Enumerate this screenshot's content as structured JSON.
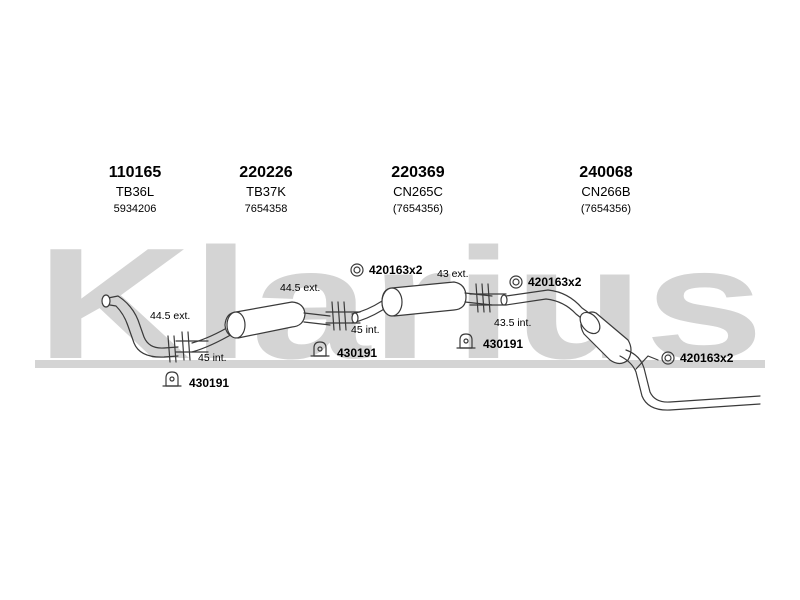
{
  "watermark": {
    "text": "Klarius",
    "color": "#d4d4d4"
  },
  "parts": [
    {
      "number": "110165",
      "code": "TB36L",
      "ref": "5934206"
    },
    {
      "number": "220226",
      "code": "TB37K",
      "ref": "7654358"
    },
    {
      "number": "220369",
      "code": "CN265C",
      "ref": "(7654356)"
    },
    {
      "number": "240068",
      "code": "CN266B",
      "ref": "(7654356)"
    }
  ],
  "dimensions": {
    "d1_ext": "44.5 ext.",
    "d1_int": "45 int.",
    "d2_ext": "44.5 ext.",
    "d2_int": "45 int.",
    "d3_ext": "43 ext.",
    "d3_int": "43.5 int."
  },
  "accessories": {
    "clamp_a": "420163x2",
    "clamp_b": "420163x2",
    "clamp_c": "420163x2",
    "mount_a": "430191",
    "mount_b": "430191",
    "mount_c": "430191"
  },
  "colors": {
    "line": "#3a3a3a",
    "text": "#000000"
  }
}
